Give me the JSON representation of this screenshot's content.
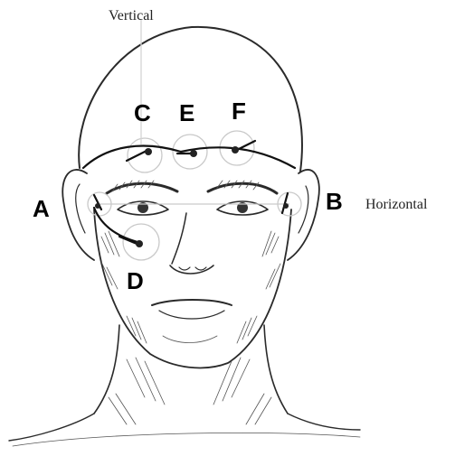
{
  "annotations": {
    "vertical": "Vertical",
    "horizontal": "Horizontal"
  },
  "electrodes": [
    {
      "key": "A",
      "label": "A"
    },
    {
      "key": "B",
      "label": "B"
    },
    {
      "key": "C",
      "label": "C"
    },
    {
      "key": "D",
      "label": "D"
    },
    {
      "key": "E",
      "label": "E"
    },
    {
      "key": "F",
      "label": "F"
    }
  ]
}
